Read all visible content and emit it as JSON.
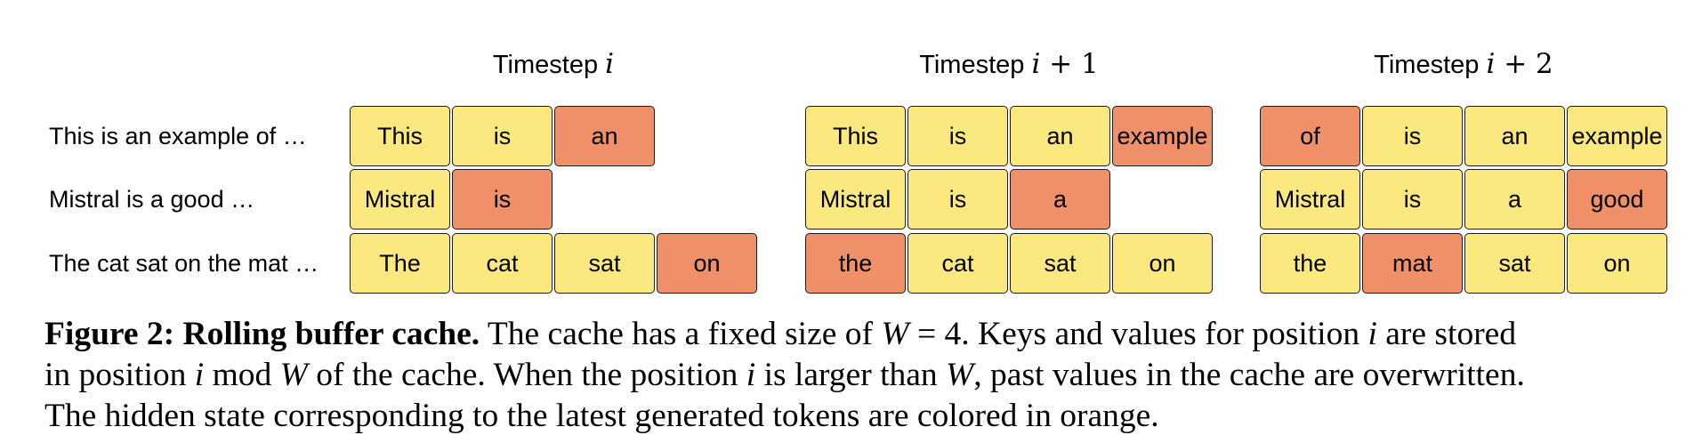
{
  "timesteps": [
    {
      "header_text": "Timestep ",
      "header_math": "i",
      "header_suffix": "",
      "rows": [
        [
          {
            "token": "This",
            "state": "past"
          },
          {
            "token": "is",
            "state": "past"
          },
          {
            "token": "an",
            "state": "latest"
          },
          null
        ],
        [
          {
            "token": "Mistral",
            "state": "past"
          },
          {
            "token": "is",
            "state": "latest"
          },
          null,
          null
        ],
        [
          {
            "token": "The",
            "state": "past"
          },
          {
            "token": "cat",
            "state": "past"
          },
          {
            "token": "sat",
            "state": "past"
          },
          {
            "token": "on",
            "state": "latest"
          }
        ]
      ]
    },
    {
      "header_text": "Timestep ",
      "header_math": "i",
      "header_suffix": " + 1",
      "rows": [
        [
          {
            "token": "This",
            "state": "past"
          },
          {
            "token": "is",
            "state": "past"
          },
          {
            "token": "an",
            "state": "past"
          },
          {
            "token": "example",
            "state": "latest"
          }
        ],
        [
          {
            "token": "Mistral",
            "state": "past"
          },
          {
            "token": "is",
            "state": "past"
          },
          {
            "token": "a",
            "state": "latest"
          },
          null
        ],
        [
          {
            "token": "the",
            "state": "latest"
          },
          {
            "token": "cat",
            "state": "past"
          },
          {
            "token": "sat",
            "state": "past"
          },
          {
            "token": "on",
            "state": "past"
          }
        ]
      ]
    },
    {
      "header_text": "Timestep ",
      "header_math": "i",
      "header_suffix": " + 2",
      "rows": [
        [
          {
            "token": "of",
            "state": "latest"
          },
          {
            "token": "is",
            "state": "past"
          },
          {
            "token": "an",
            "state": "past"
          },
          {
            "token": "example",
            "state": "past"
          }
        ],
        [
          {
            "token": "Mistral",
            "state": "past"
          },
          {
            "token": "is",
            "state": "past"
          },
          {
            "token": "a",
            "state": "past"
          },
          {
            "token": "good",
            "state": "latest"
          }
        ],
        [
          {
            "token": "the",
            "state": "past"
          },
          {
            "token": "mat",
            "state": "latest"
          },
          {
            "token": "sat",
            "state": "past"
          },
          {
            "token": "on",
            "state": "past"
          }
        ]
      ]
    }
  ],
  "sequences": [
    "This is an example of …",
    "Mistral is a good …",
    "The cat sat on the mat …"
  ],
  "colors": {
    "past": "#fbe87f",
    "latest": "#ef9068"
  },
  "caption": {
    "figure_label": "Figure 2:",
    "figure_title": "Rolling buffer cache.",
    "l1_a": " The cache has a fixed size of ",
    "l1_W": "W",
    "l1_eq": " = 4. ",
    "l1_b": "Keys and values for position ",
    "l1_i": "i",
    "l1_c": " are stored",
    "l2_a": "in position ",
    "l2_i": "i",
    "l2_mod": " mod ",
    "l2_W": "W",
    "l2_b": " of the cache. When the position ",
    "l2_i2": "i",
    "l2_c": " is larger than ",
    "l2_W2": "W",
    "l2_d": ", past values in the cache are overwritten.",
    "l3": "The hidden state corresponding to the latest generated tokens are colored in orange."
  }
}
